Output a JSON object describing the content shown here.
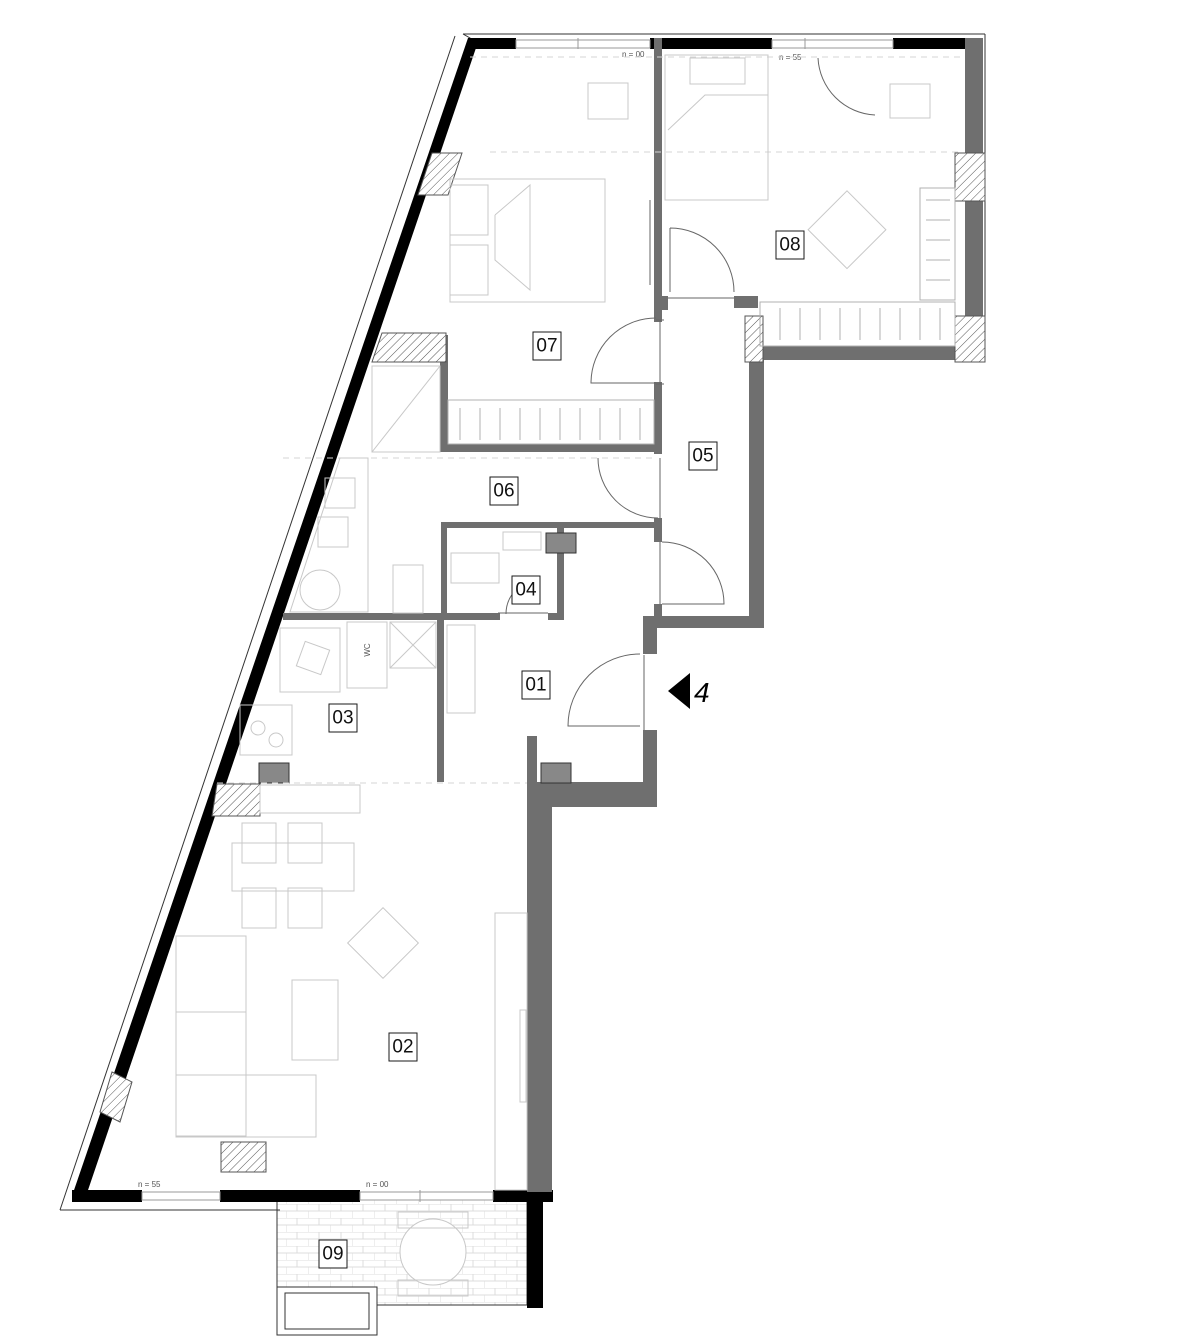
{
  "plan": {
    "rooms": [
      {
        "id": "r01",
        "label": "01"
      },
      {
        "id": "r02",
        "label": "02"
      },
      {
        "id": "r03",
        "label": "03"
      },
      {
        "id": "r04",
        "label": "04"
      },
      {
        "id": "r05",
        "label": "05"
      },
      {
        "id": "r06",
        "label": "06"
      },
      {
        "id": "r07",
        "label": "07"
      },
      {
        "id": "r08",
        "label": "08"
      },
      {
        "id": "r09",
        "label": "09"
      }
    ],
    "entrance_label": "4",
    "wc_label": "WC",
    "window_heights": {
      "top_left": "n = 00",
      "top_right": "n = 55",
      "bottom_left": "n = 55",
      "bottom_right": "n = 00"
    },
    "colors": {
      "exterior_wall": "#000000",
      "interior_wall": "#6f6f6f",
      "furniture": "#c8c8c8"
    }
  }
}
